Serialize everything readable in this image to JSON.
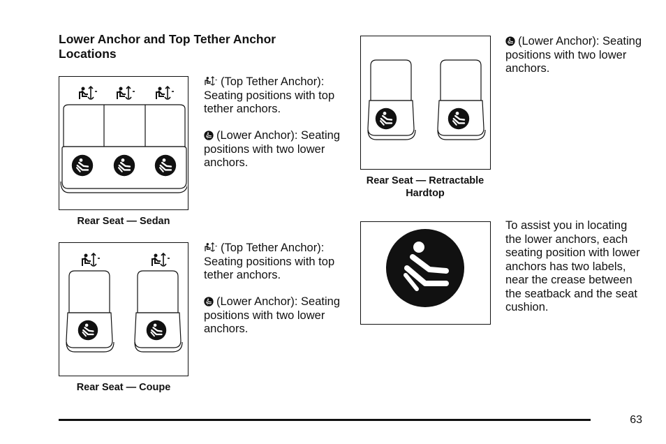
{
  "heading": "Lower Anchor and Top Tether Anchor Locations",
  "sedan": {
    "caption": "Rear Seat — Sedan",
    "tether_text": "(Top Tether Anchor): Seating positions with top tether anchors.",
    "lower_text": "(Lower Anchor): Seating positions with two lower anchors."
  },
  "coupe": {
    "caption": "Rear Seat — Coupe",
    "tether_text": "(Top Tether Anchor): Seating positions with top tether anchors.",
    "lower_text": "(Lower Anchor): Seating positions with two lower anchors."
  },
  "hardtop": {
    "caption_line1": "Rear Seat — Retractable",
    "caption_line2": "Hardtop",
    "lower_text": "(Lower Anchor): Seating positions with two lower anchors."
  },
  "assist_text": "To assist you in locating the lower anchors, each seating position with lower anchors has two labels, near the crease between the seatback and the seat cushion.",
  "page_number": "63",
  "icons": {
    "tether": "top-tether-anchor-icon",
    "lower": "lower-anchor-icon"
  }
}
